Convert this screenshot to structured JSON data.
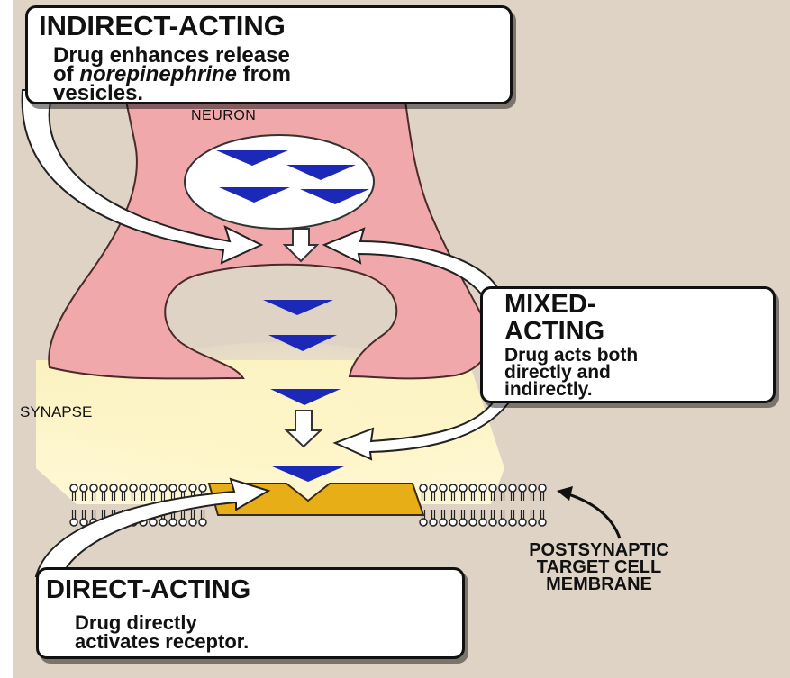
{
  "labels": {
    "neuron": "NEURON",
    "synapse": "SYNAPSE",
    "postsynaptic": [
      "POSTSYNAPTIC",
      "TARGET CELL",
      "MEMBRANE"
    ]
  },
  "boxes": {
    "indirect": {
      "title": "INDIRECT-ACTING",
      "lines": [
        "Drug enhances release",
        "vesicles."
      ],
      "line2_prefix": "of ",
      "line2_italic": "norepinephrine",
      "line2_suffix": " from"
    },
    "mixed": {
      "title_lines": [
        "MIXED-",
        "ACTING"
      ],
      "lines": [
        "Drug acts both",
        "directly and",
        "indirectly."
      ]
    },
    "direct": {
      "title": "DIRECT-ACTING",
      "lines": [
        "Drug directly",
        "activates receptor."
      ]
    }
  },
  "colors": {
    "background": "#dfd3c6",
    "neuron": "#f0a8ab",
    "synapse": "#fbf0b4",
    "receptor": "#e8ae17",
    "triangle": "#1c28b8",
    "vesicle": "#ffffff"
  },
  "icons": {
    "neurotransmitter": "blue-triangle-icon",
    "release-arrow": "hollow-down-arrow-icon",
    "pointer-arrow": "curved-white-arrow-icon"
  }
}
